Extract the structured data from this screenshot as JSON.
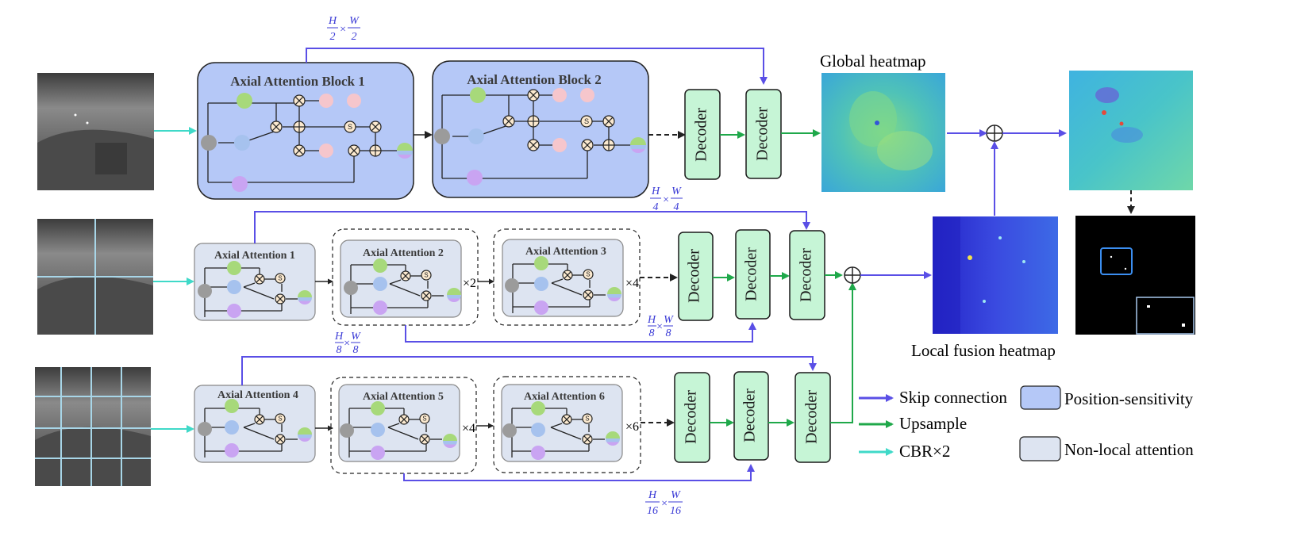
{
  "colors": {
    "skip": "#5a4fe6",
    "upsample": "#1fa84a",
    "cbr": "#3fd9c8",
    "position_sensitivity": "#b5c8f7",
    "non_local": "#dde4f1",
    "decoder_fill": "#c6f5d6",
    "decoder_stroke": "#1d8a3e",
    "circle_gray": "#9b9b9b",
    "circle_green": "#a7d97a",
    "circle_blue": "#a6c2ee",
    "circle_purple": "#c9a4f2",
    "circle_pink": "#f6c6cc"
  },
  "top_row": {
    "block1_title": "Axial Attention Block 1",
    "block2_title": "Axial Attention Block 2"
  },
  "mid_row": {
    "att1": "Axial Attention 1",
    "att2": "Axial Attention 2",
    "att3": "Axial Attention 3",
    "rep2": "×2",
    "rep3": "×4"
  },
  "bot_row": {
    "att4": "Axial Attention 4",
    "att5": "Axial Attention 5",
    "att6": "Axial Attention 6",
    "rep5": "×4",
    "rep6": "×6"
  },
  "decoder_label": "Decoder",
  "scales": {
    "s2_num_h": "H",
    "s2_den_h": "2",
    "s2_num_w": "W",
    "s2_den_w": "2",
    "s4_num_h": "H",
    "s4_den_h": "4",
    "s4_num_w": "W",
    "s4_den_w": "4",
    "s8a_num_h": "H",
    "s8a_den_h": "8",
    "s8a_num_w": "W",
    "s8a_den_w": "8",
    "s8b_num_h": "H",
    "s8b_den_h": "8",
    "s8b_num_w": "W",
    "s8b_den_w": "8",
    "s16_num_h": "H",
    "s16_den_h": "16",
    "s16_num_w": "W",
    "s16_den_w": "16",
    "times": "×"
  },
  "labels": {
    "global_heatmap": "Global heatmap",
    "local_fusion_heatmap": "Local fusion heatmap"
  },
  "legend": {
    "skip": "Skip connection",
    "upsample": "Upsample",
    "cbr": "CBR×2",
    "position_sensitivity": "Position-sensitivity",
    "non_local": "Non-local attention"
  },
  "symbols": {
    "mult": "×",
    "softmax": "S",
    "plus": "+"
  }
}
